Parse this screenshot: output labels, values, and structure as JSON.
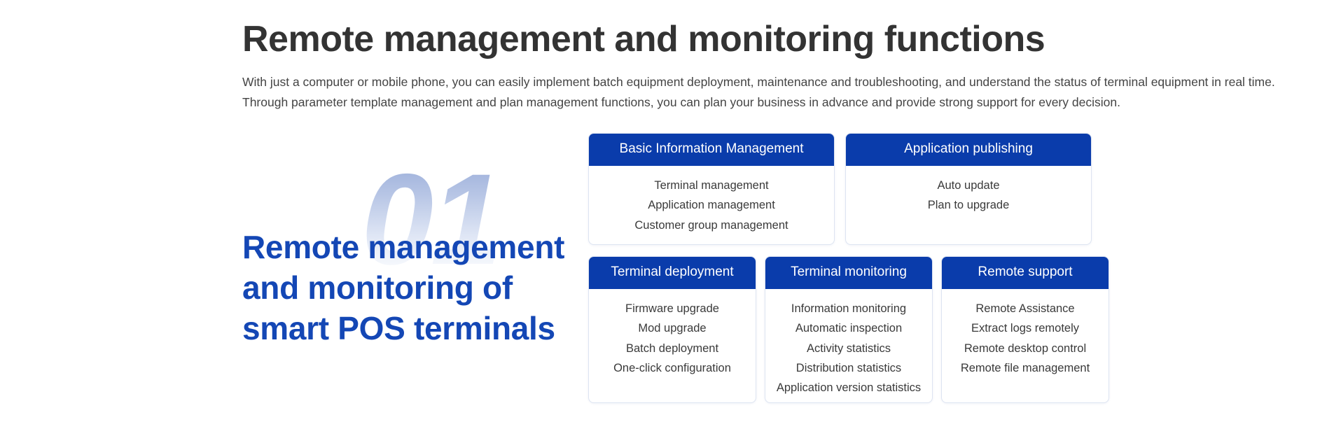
{
  "header": {
    "title": "Remote management and monitoring functions",
    "subtitle_lines": [
      "With just a computer or mobile phone, you can easily implement batch equipment deployment, maintenance and troubleshooting, and understand the status of terminal equipment in real time.",
      "Through parameter template management and plan management functions, you can plan your business in advance and provide strong support for every decision."
    ]
  },
  "hero": {
    "number": "01",
    "heading_lines": [
      "Remote management",
      "and monitoring of",
      "smart POS terminals"
    ]
  },
  "colors": {
    "brand_blue": "#0a3cab",
    "heading_blue": "#1447b5",
    "title_gray": "#333333",
    "body_gray": "#3a3a3a",
    "card_border": "#dde4f1"
  },
  "cards": {
    "top_row": [
      {
        "title": "Basic Information Management",
        "items": [
          "Terminal management",
          "Application management",
          "Customer group management"
        ]
      },
      {
        "title": "Application publishing",
        "items": [
          "Auto update",
          "Plan to upgrade"
        ]
      }
    ],
    "bottom_row": [
      {
        "title": "Terminal deployment",
        "items": [
          "Firmware upgrade",
          "Mod upgrade",
          "Batch deployment",
          "One-click configuration"
        ]
      },
      {
        "title": "Terminal monitoring",
        "items": [
          "Information monitoring",
          "Automatic inspection",
          "Activity statistics",
          "Distribution statistics",
          "Application version statistics"
        ]
      },
      {
        "title": "Remote support",
        "items": [
          "Remote Assistance",
          "Extract logs remotely",
          "Remote desktop control",
          "Remote file management"
        ]
      }
    ]
  }
}
